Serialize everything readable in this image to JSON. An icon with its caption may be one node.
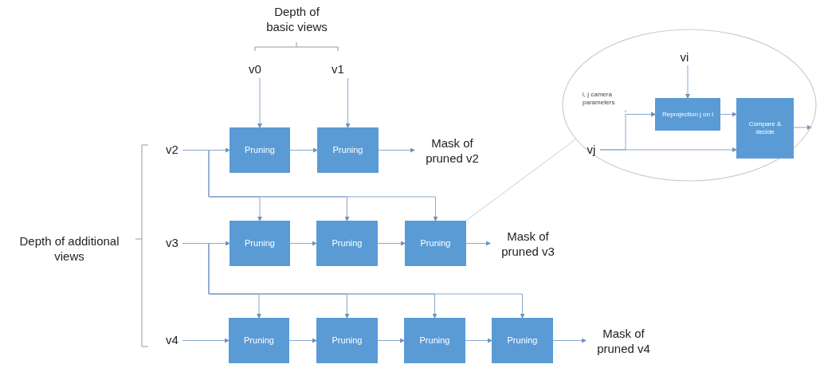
{
  "diagram": {
    "nodes": [
      {
        "text": [
          "Depth of basic views"
        ]
      },
      {
        "text": [
          "v0"
        ]
      },
      {
        "text": [
          "v1"
        ]
      },
      {
        "text": [
          "v2"
        ]
      },
      {
        "text": [
          "v3"
        ]
      },
      {
        "text": [
          "v4"
        ]
      },
      {
        "text": [
          "Depth of additional views"
        ]
      },
      {
        "text": [
          "Pruning"
        ]
      },
      {
        "text": [
          "Pruning"
        ]
      },
      {
        "text": [
          "Mask of pruned v2"
        ]
      },
      {
        "text": [
          "Pruning"
        ]
      },
      {
        "text": [
          "Pruning"
        ]
      },
      {
        "text": [
          "Pruning"
        ]
      },
      {
        "text": [
          "Mask of pruned v3"
        ]
      },
      {
        "text": [
          "Pruning"
        ]
      },
      {
        "text": [
          "Pruning"
        ]
      },
      {
        "text": [
          "Pruning"
        ]
      },
      {
        "text": [
          "Pruning"
        ]
      },
      {
        "text": [
          "Mask of pruned v4"
        ]
      },
      {
        "text": [],
        "shape": "ellipse"
      },
      {
        "text": [
          "vi"
        ],
        "in": 19
      },
      {
        "text": [
          "i, j camera parameters"
        ],
        "in": 19
      },
      {
        "text": [
          "vj"
        ],
        "in": 19
      },
      {
        "text": [
          "Reprojection j on i"
        ],
        "in": 19
      },
      {
        "text": [
          "Compare & decide"
        ],
        "in": 19
      }
    ],
    "edges": [
      {
        "from": 1,
        "to": 7,
        "arrow": "to"
      },
      {
        "from": 2,
        "to": 8,
        "arrow": "to"
      },
      {
        "from": 3,
        "to": 7,
        "arrow": "to"
      },
      {
        "from": 7,
        "to": 8,
        "arrow": "to"
      },
      {
        "from": 8,
        "to": 9,
        "arrow": "to"
      },
      {
        "from": 3,
        "to": 10,
        "arrow": "to"
      },
      {
        "from": 3,
        "to": 11,
        "arrow": "to"
      },
      {
        "from": 3,
        "to": 12,
        "arrow": "to"
      },
      {
        "from": 4,
        "to": 10,
        "arrow": "to"
      },
      {
        "from": 10,
        "to": 11,
        "arrow": "to"
      },
      {
        "from": 11,
        "to": 12,
        "arrow": "to"
      },
      {
        "from": 12,
        "to": 13,
        "arrow": "to"
      },
      {
        "from": 4,
        "to": 14,
        "arrow": "to"
      },
      {
        "from": 4,
        "to": 15,
        "arrow": "to"
      },
      {
        "from": 4,
        "to": 16,
        "arrow": "to"
      },
      {
        "from": 4,
        "to": 17,
        "arrow": "to"
      },
      {
        "from": 5,
        "to": 14,
        "arrow": "to"
      },
      {
        "from": 14,
        "to": 15,
        "arrow": "to"
      },
      {
        "from": 15,
        "to": 16,
        "arrow": "to"
      },
      {
        "from": 16,
        "to": 17,
        "arrow": "to"
      },
      {
        "from": 17,
        "to": 18,
        "arrow": "to"
      },
      {
        "from": 12,
        "to": 19,
        "arrow": "none",
        "color": "#cccccc"
      },
      {
        "from": 20,
        "to": 23,
        "arrow": "to"
      },
      {
        "from": 21,
        "to": 23,
        "arrow": "to",
        "style": "dashed"
      },
      {
        "from": 22,
        "to": 24,
        "arrow": "to"
      },
      {
        "from": 22,
        "to": 23,
        "arrow": "to"
      },
      {
        "from": 23,
        "to": 24,
        "arrow": "to"
      },
      {
        "from": 24,
        "to": null,
        "arrow": "to"
      }
    ]
  }
}
